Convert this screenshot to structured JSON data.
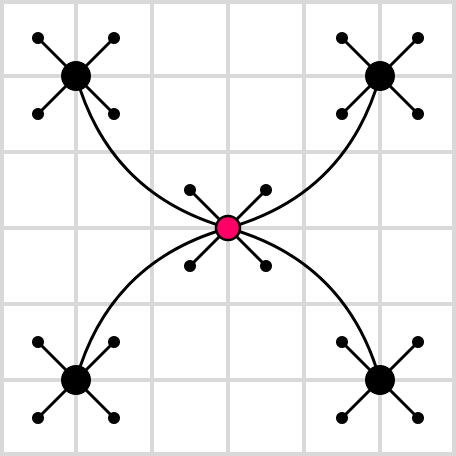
{
  "board": {
    "columns": 6,
    "rows": 6
  },
  "colors": {
    "background": "#ffffff",
    "grid": "#d9d9d9",
    "lines": "#000000",
    "node": "#000000",
    "hub": "#ff0066"
  },
  "nodes": [
    {
      "id": "top-left",
      "col": 1,
      "row": 1,
      "kind": "plain",
      "connectors": 4
    },
    {
      "id": "top-right",
      "col": 5,
      "row": 1,
      "kind": "plain",
      "connectors": 4
    },
    {
      "id": "center",
      "col": 3,
      "row": 3,
      "kind": "hub",
      "connectors": 4
    },
    {
      "id": "bottom-left",
      "col": 1,
      "row": 5,
      "kind": "plain",
      "connectors": 4
    },
    {
      "id": "bottom-right",
      "col": 5,
      "row": 5,
      "kind": "plain",
      "connectors": 4
    }
  ],
  "links": [
    {
      "from": "center",
      "to": "top-left"
    },
    {
      "from": "center",
      "to": "top-right"
    },
    {
      "from": "center",
      "to": "bottom-left"
    },
    {
      "from": "center",
      "to": "bottom-right"
    }
  ]
}
